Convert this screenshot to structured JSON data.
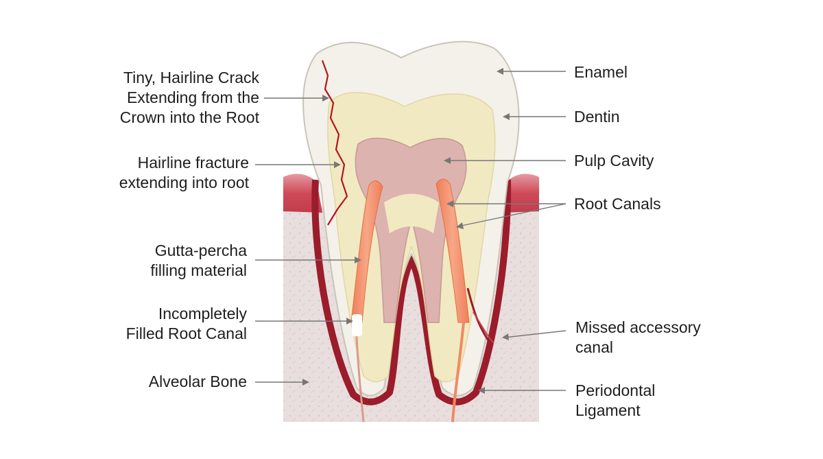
{
  "labels_left": [
    {
      "id": "crack",
      "lines": [
        "Tiny, Hairline Crack",
        "Extending from the",
        "Crown into the Root"
      ]
    },
    {
      "id": "fracture",
      "lines": [
        "Hairline fracture",
        "extending into root"
      ]
    },
    {
      "id": "gutta",
      "lines": [
        "Gutta-percha",
        "filling material"
      ]
    },
    {
      "id": "incomplete",
      "lines": [
        "Incompletely",
        "Filled Root Canal"
      ]
    },
    {
      "id": "bone",
      "lines": [
        "Alveolar Bone"
      ]
    }
  ],
  "labels_right": [
    {
      "id": "enamel",
      "lines": [
        "Enamel"
      ]
    },
    {
      "id": "dentin",
      "lines": [
        "Dentin"
      ]
    },
    {
      "id": "pulp",
      "lines": [
        "Pulp Cavity"
      ]
    },
    {
      "id": "canals",
      "lines": [
        "Root Canals"
      ]
    },
    {
      "id": "accessory",
      "lines": [
        "Missed accessory",
        "canal"
      ]
    },
    {
      "id": "ligament",
      "lines": [
        "Periodontal",
        "Ligament"
      ]
    }
  ],
  "colors": {
    "background": "#ffffff",
    "bone": "#e8dedd",
    "gum": "#c9414f",
    "gum_light": "#e7a0a6",
    "enamel": "#f4f1ea",
    "dentin": "#f1e9c2",
    "pulp": "#dcb3ae",
    "canal_fill": "#f3916a",
    "crack": "#b5141d",
    "ligament": "#9b1c2a",
    "leader": "#777777",
    "text": "#1e1e1e"
  }
}
